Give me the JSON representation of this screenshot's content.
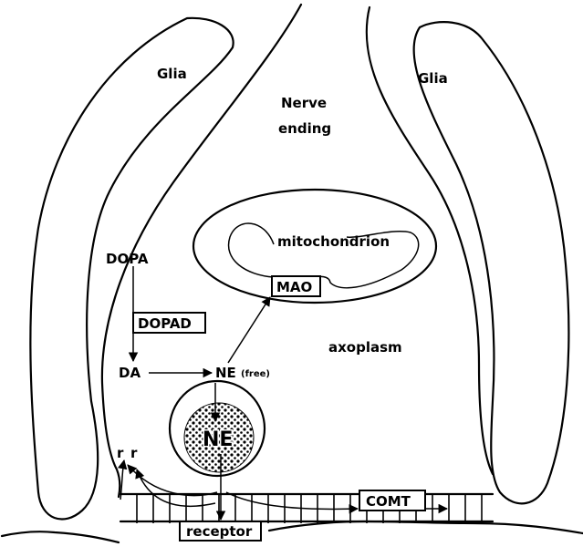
{
  "labels": {
    "glia_left": "Glia",
    "glia_right": "Glia",
    "nerve_ending_line1": "Nerve",
    "nerve_ending_line2": "ending",
    "mitochondrion": "mitochondrion",
    "mao": "MAO",
    "dopa": "DOPA",
    "dopad": "DOPAD",
    "axoplasm": "axoplasm",
    "da": "DA",
    "ne_free": "NE",
    "ne_free_suffix": "(free)",
    "vesicle_ne": "NE",
    "comt": "COMT",
    "receptor": "receptor",
    "r_left": "r",
    "r_right": "r"
  },
  "colors": {
    "ink": "#000000",
    "background": "#ffffff"
  }
}
